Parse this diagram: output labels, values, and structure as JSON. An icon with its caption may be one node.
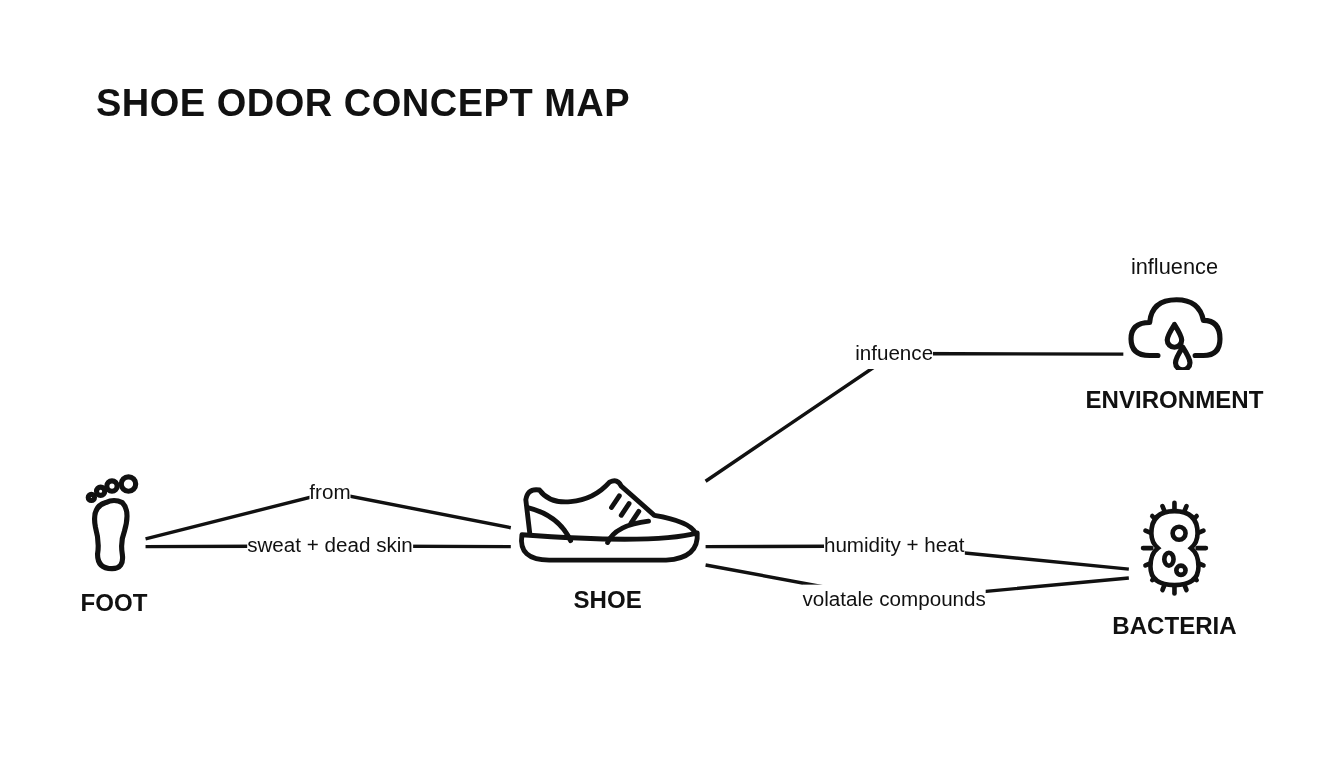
{
  "diagram": {
    "title": "SHOE ODOR CONCEPT MAP",
    "nodes": [
      {
        "text": [
          "ENVIRONMENT"
        ],
        "beside": [
          "influence"
        ]
      },
      {
        "text": [
          "SHOE"
        ]
      },
      {
        "text": [
          "FOOT"
        ]
      },
      {
        "text": [
          "BACTERIA"
        ]
      }
    ],
    "edges": [
      {
        "from": 1,
        "to": 0,
        "label": "infuence",
        "arrow": "none"
      },
      {
        "from": 2,
        "to": 1,
        "label": "from",
        "arrow": "none"
      },
      {
        "from": 2,
        "to": 1,
        "label": "sweat + dead skin",
        "arrow": "none"
      },
      {
        "from": 1,
        "to": 3,
        "label": "humidity + heat",
        "arrow": "none"
      },
      {
        "from": 1,
        "to": 3,
        "label": "volatale compounds",
        "arrow": "none"
      }
    ]
  }
}
